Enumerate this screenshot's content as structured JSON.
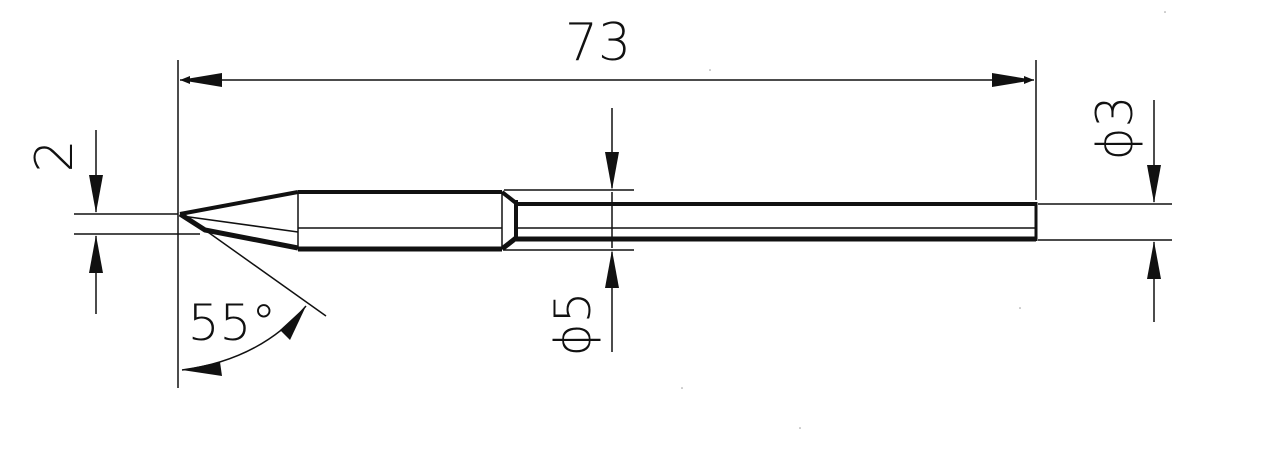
{
  "drawing": {
    "dimensions": {
      "overall_length": "73",
      "tip_width": "2",
      "tip_angle": "55°",
      "body_diameter": "ϕ5",
      "shaft_diameter": "ϕ3"
    },
    "colors": {
      "line": "#111111",
      "background": "#ffffff"
    }
  }
}
